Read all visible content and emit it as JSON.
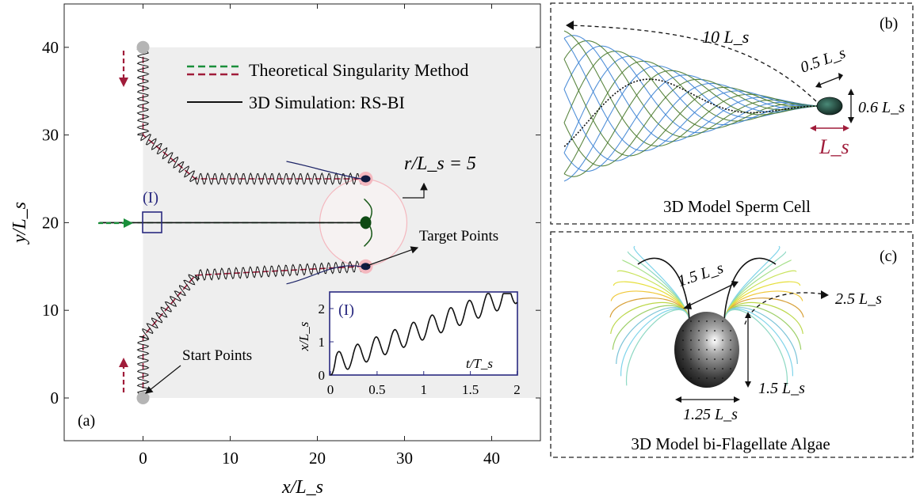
{
  "colors": {
    "shaded_region": "#eeeeee",
    "theory_green": "#1a8f3a",
    "theory_red": "#a01c3a",
    "sim_black": "#111111",
    "inset_frame": "#2a2a80",
    "target_pink": "#f4b8bf",
    "start_gray": "#b5b5b5",
    "flag_blue": "#3a7fd0",
    "flag_green": "#3f6b2a",
    "head_dark": "#1e3328"
  },
  "panel_a": {
    "label": "(a)",
    "legend": [
      "Theoretical Singularity Method",
      "3D Simulation: RS-BI"
    ],
    "annotations": {
      "start": "Start Points",
      "target": "Target Points",
      "radius_label": "r/L_s = 5",
      "region_label": "(I)"
    },
    "chart_data": {
      "type": "line",
      "xlabel": "x/L_s",
      "ylabel": "y/L_s",
      "xlim": [
        -9,
        45
      ],
      "ylim": [
        -5,
        45
      ],
      "xticks": [
        "0",
        "10",
        "20",
        "30",
        "40"
      ],
      "yticks": [
        "0",
        "10",
        "20",
        "30",
        "40"
      ],
      "shaded_region": {
        "x": [
          0,
          45
        ],
        "y": [
          0,
          40
        ]
      },
      "series": [
        {
          "path": [
            [
              0,
              40
            ],
            [
              0,
              30
            ],
            [
              6,
              25
            ],
            [
              25,
              25
            ]
          ]
        },
        {
          "path": [
            [
              -5,
              20
            ],
            [
              25,
              20
            ]
          ]
        },
        {
          "path": [
            [
              0,
              0
            ],
            [
              0,
              7
            ],
            [
              6,
              14
            ],
            [
              25,
              15
            ]
          ]
        }
      ],
      "start_points": [
        [
          0,
          40
        ],
        [
          0,
          0
        ]
      ],
      "target_points": [
        [
          25,
          25
        ],
        [
          25,
          20
        ],
        [
          25,
          15
        ]
      ],
      "target_radius": 5
    }
  },
  "inset": {
    "label": "(I)",
    "chart_data": {
      "type": "line",
      "xlabel": "t/T_s",
      "ylabel": "x/L_s",
      "xlim": [
        0,
        2
      ],
      "ylim": [
        0,
        2.5
      ],
      "xticks": [
        "0",
        "0.5",
        "1",
        "1.5",
        "2"
      ],
      "yticks": [
        "0",
        "1",
        "2"
      ],
      "series": [
        {
          "trend_slope": 1.1,
          "amplitude": 0.32,
          "period": 0.2
        }
      ]
    }
  },
  "panel_b": {
    "label": "(b)",
    "caption": "3D Model Sperm Cell",
    "annotations": [
      "10 L_s",
      "0.5 L_s",
      "0.6 L_s",
      "L_s"
    ]
  },
  "panel_c": {
    "label": "(c)",
    "caption": "3D Model bi-Flagellate Algae",
    "annotations": [
      "1.5 L_s",
      "2.5 L_s",
      "1.5 L_s",
      "1.25 L_s"
    ]
  }
}
